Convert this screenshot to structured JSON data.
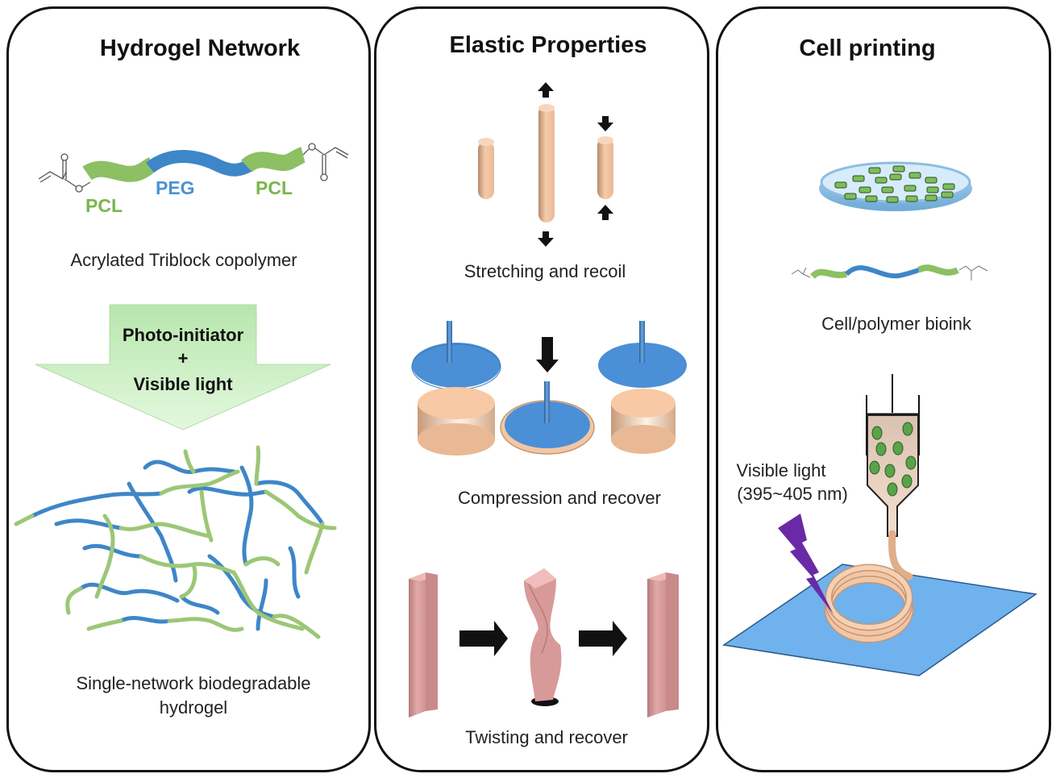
{
  "panels": [
    {
      "title": "Hydrogel Network",
      "polymer_labels": {
        "left_block": "PCL",
        "middle_block": "PEG",
        "right_block": "PCL"
      },
      "polymer_caption": "Acrylated Triblock copolymer",
      "process_arrow": {
        "line1": "Photo-initiator",
        "line2": "+",
        "line3": "Visible light"
      },
      "network_caption_line1": "Single-network biodegradable",
      "network_caption_line2": "hydrogel"
    },
    {
      "title": "Elastic Properties",
      "sections": [
        {
          "caption": "Stretching and recoil"
        },
        {
          "caption": "Compression and recover"
        },
        {
          "caption": "Twisting and recover"
        }
      ]
    },
    {
      "title": "Cell printing",
      "bioink_caption": "Cell/polymer bioink",
      "light_label_line1": "Visible light",
      "light_label_line2": "(395~405 nm)"
    }
  ],
  "colors": {
    "pcl_green": "#8cc063",
    "peg_blue": "#3e86c8",
    "arrow_green": "#c9f0c0",
    "rod_peach": "#f2c7a6",
    "plate_blue": "#4b8fd6",
    "bar_pink": "#d99a9a",
    "light_purple": "#6a2aa8",
    "substrate_blue": "#6fb2ee"
  }
}
